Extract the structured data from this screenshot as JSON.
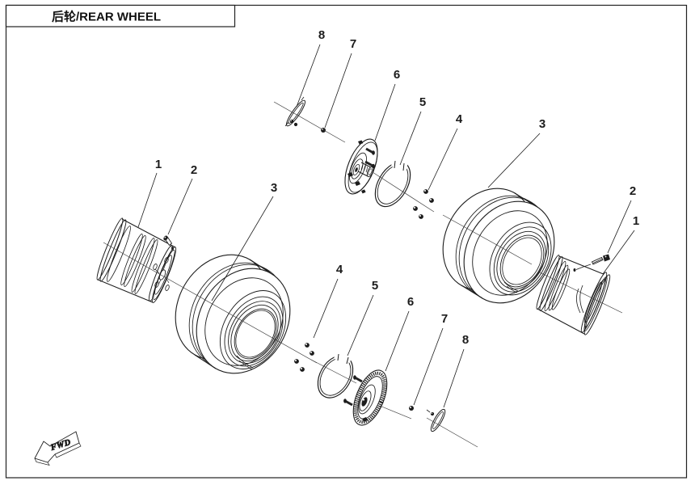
{
  "title": "后轮/REAR WHEEL",
  "fwd_label": "FWD",
  "colors": {
    "ink": "#1c1c1c",
    "paper": "#ffffff"
  },
  "callouts": [
    {
      "n": "1"
    },
    {
      "n": "2"
    },
    {
      "n": "3"
    },
    {
      "n": "8"
    },
    {
      "n": "7"
    },
    {
      "n": "6"
    },
    {
      "n": "5"
    },
    {
      "n": "4"
    },
    {
      "n": "3"
    },
    {
      "n": "2"
    },
    {
      "n": "1"
    },
    {
      "n": "4"
    },
    {
      "n": "5"
    },
    {
      "n": "6"
    },
    {
      "n": "7"
    },
    {
      "n": "8"
    }
  ]
}
